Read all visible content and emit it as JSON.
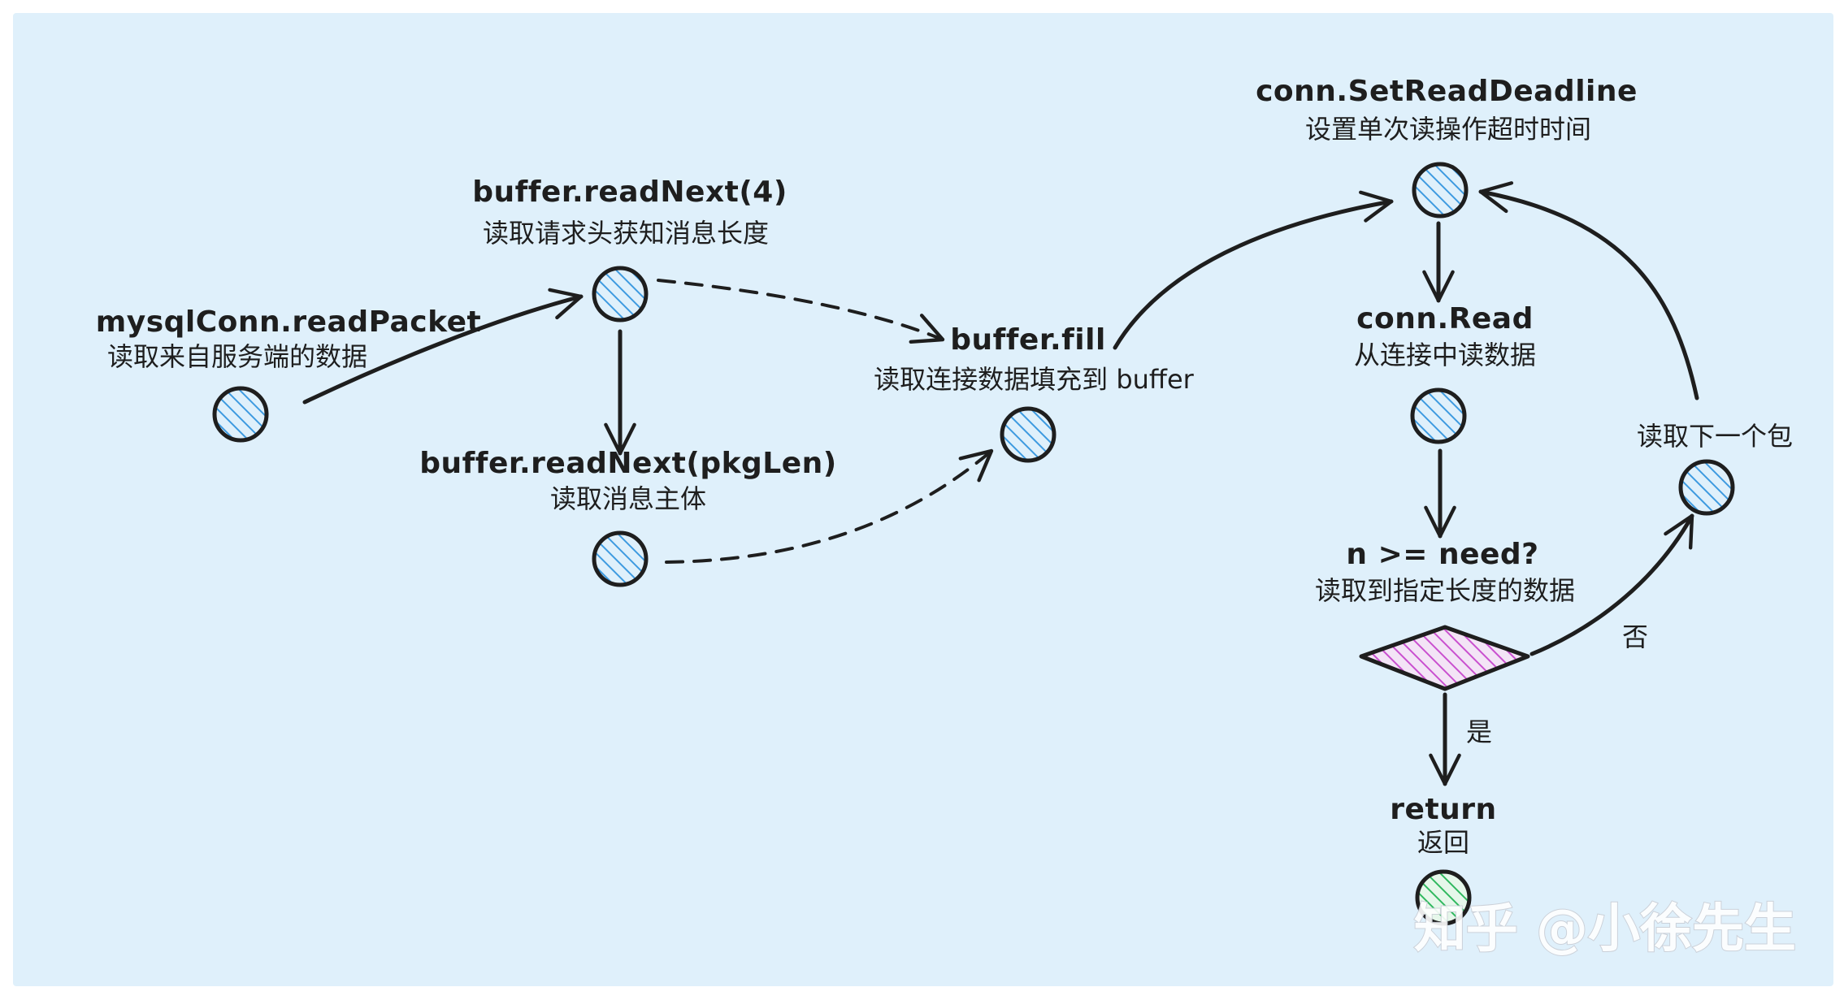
{
  "nodes": {
    "read_packet": {
      "title": "mysqlConn.readPacket",
      "subtitle": "读取来自服务端的数据"
    },
    "read_next_4": {
      "title": "buffer.readNext(4)",
      "subtitle": "读取请求头获知消息长度"
    },
    "read_next_pkglen": {
      "title": "buffer.readNext(pkgLen)",
      "subtitle": "读取消息主体"
    },
    "buffer_fill": {
      "title": "buffer.fill",
      "subtitle": "读取连接数据填充到 buffer"
    },
    "set_read_deadline": {
      "title": "conn.SetReadDeadline",
      "subtitle": "设置单次读操作超时时间"
    },
    "conn_read": {
      "title": "conn.Read",
      "subtitle": "从连接中读数据"
    },
    "check_need": {
      "title": "n >= need?",
      "subtitle": "读取到指定长度的数据"
    },
    "read_next_packet": {
      "title": "",
      "subtitle": "读取下一个包"
    },
    "return": {
      "title": "return",
      "subtitle": "返回"
    }
  },
  "edges": {
    "yes_label": "是",
    "no_label": "否"
  },
  "watermark": "知乎 @小徐先生",
  "colors": {
    "background": "#dff0fb",
    "node_fill": "#5aaee8",
    "decision_fill": "#d35fd6",
    "end_fill": "#36c46a",
    "stroke": "#1e1e1e"
  }
}
